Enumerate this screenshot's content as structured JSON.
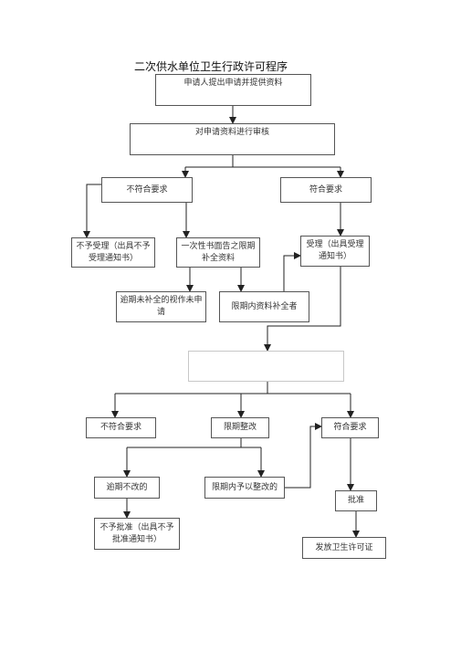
{
  "title": "二次供水单位卫生行政许可程序",
  "nodes": {
    "apply": "申请人提出申请并提供资料",
    "review": "对申请资料进行审核",
    "not_meet_1": "不符合要求",
    "meet_1": "符合要求",
    "not_accept": "不予受理（出具不予受理通知书）",
    "notify_once": "一次性书面告之限期补全资料",
    "accept": "受理（出具受理通知书）",
    "overdue_materials": "逾期未补全的视作未申请",
    "supplemented": "限期内资料补全者",
    "inspection": "",
    "not_meet_2": "不符合要求",
    "rectify": "限期整改",
    "meet_2": "符合要求",
    "overdue_rectify": "逾期不改的",
    "rectified": "限期内予以整改的",
    "approve": "批准",
    "deny": "不予批准（出具不予批准通知书）",
    "issue_license": "发放卫生许可证"
  },
  "colors": {
    "line": "#222222",
    "border": "#555555",
    "faint_border": "#c8c8c8"
  }
}
